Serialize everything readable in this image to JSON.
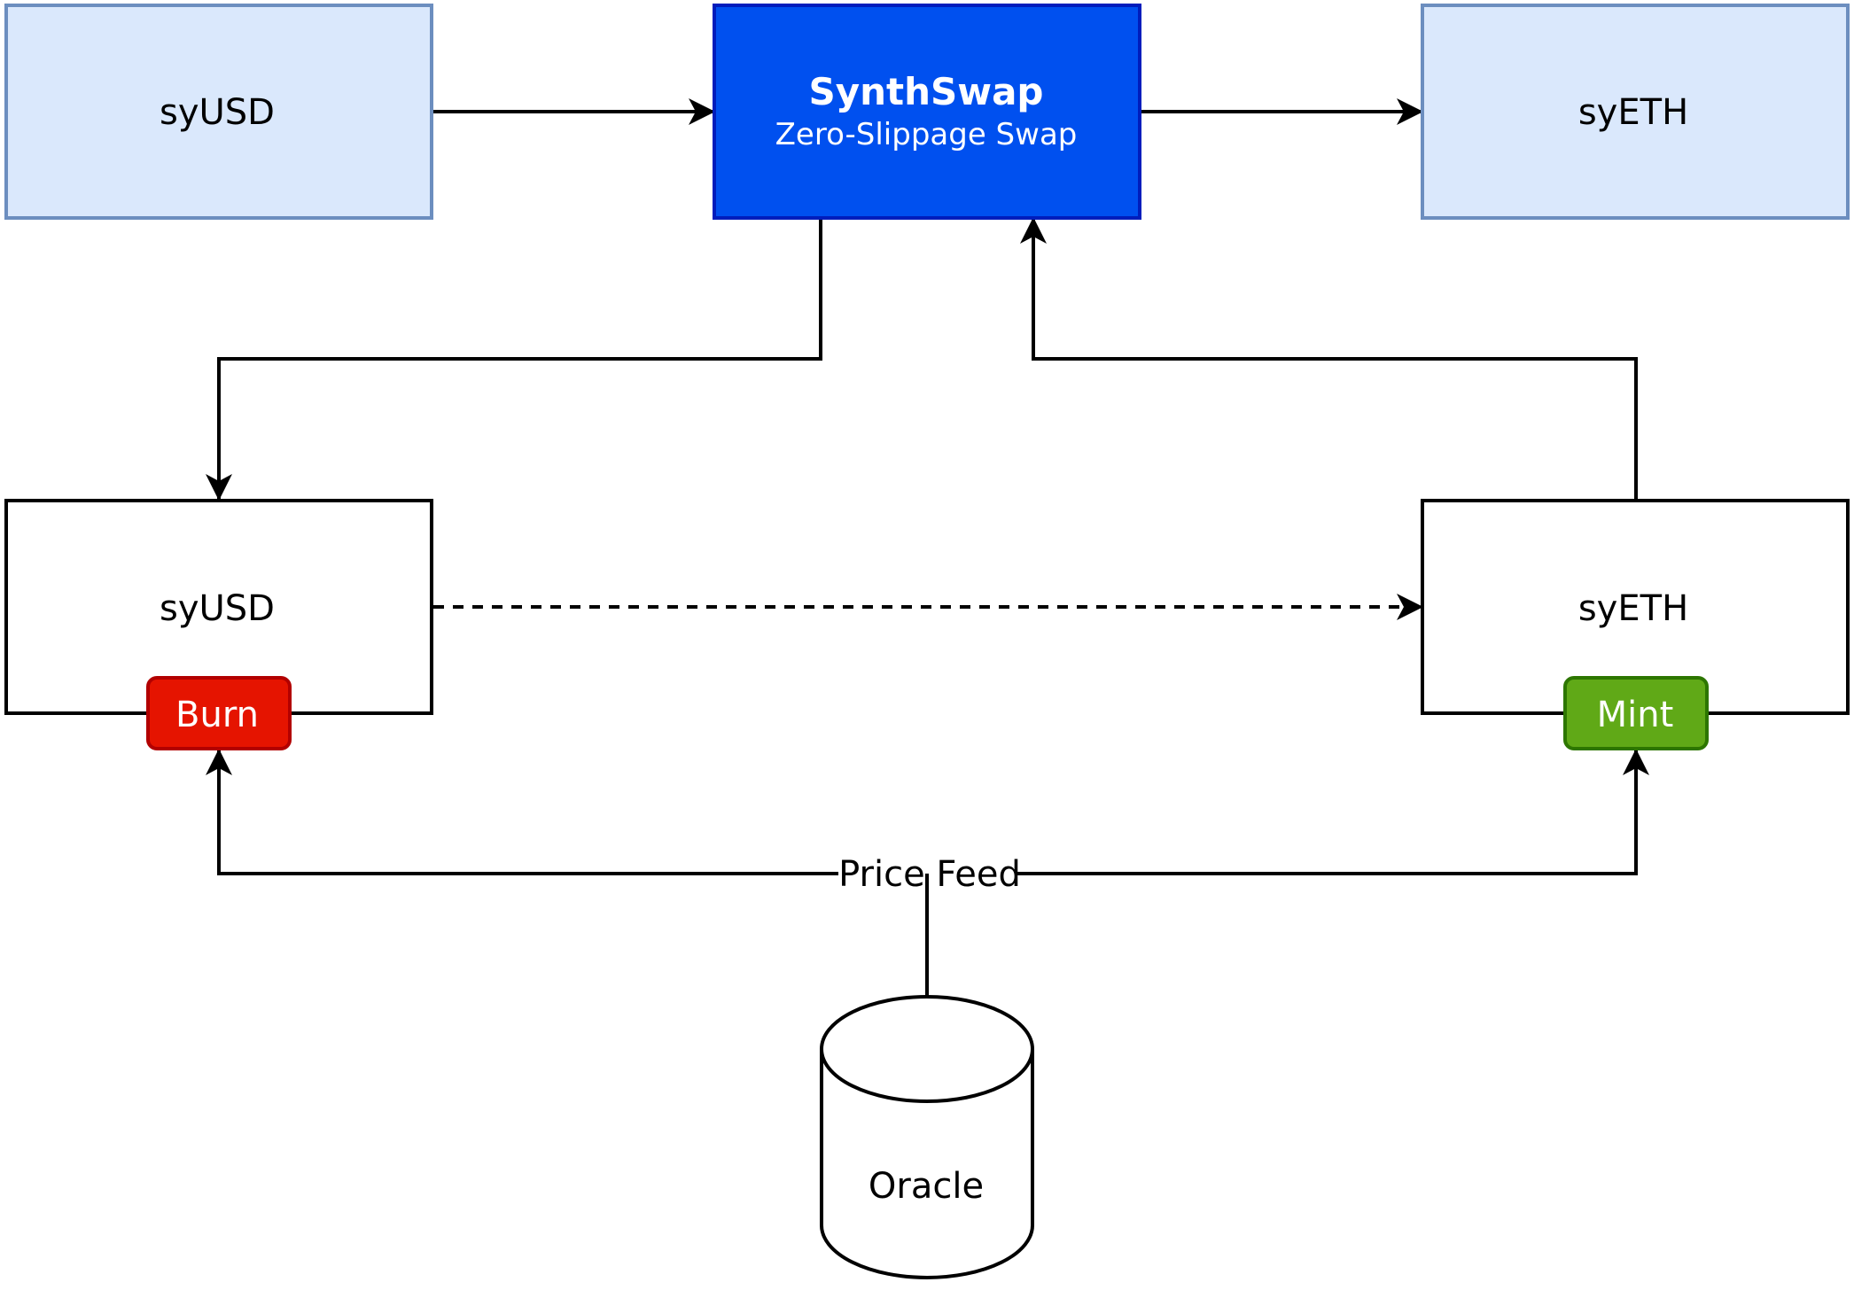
{
  "nodes": {
    "top_syusd": {
      "label": "syUSD"
    },
    "synthswap": {
      "title": "SynthSwap",
      "subtitle": "Zero-Slippage Swap"
    },
    "top_syeth": {
      "label": "syETH"
    },
    "mid_syusd": {
      "label": "syUSD"
    },
    "mid_syeth": {
      "label": "syETH"
    },
    "burn": {
      "label": "Burn"
    },
    "mint": {
      "label": "Mint"
    },
    "oracle": {
      "label": "Oracle"
    }
  },
  "edges": {
    "price_feed": {
      "label": "Price Feed"
    }
  },
  "colors": {
    "light_box_fill": "#dae8fc",
    "light_box_stroke": "#6c8ebf",
    "synthswap_fill": "#0050ef",
    "synthswap_stroke": "#001dbc",
    "burn_fill": "#e51400",
    "burn_stroke": "#b20000",
    "mint_fill": "#60a917",
    "mint_stroke": "#2d7600",
    "line": "#000000"
  }
}
